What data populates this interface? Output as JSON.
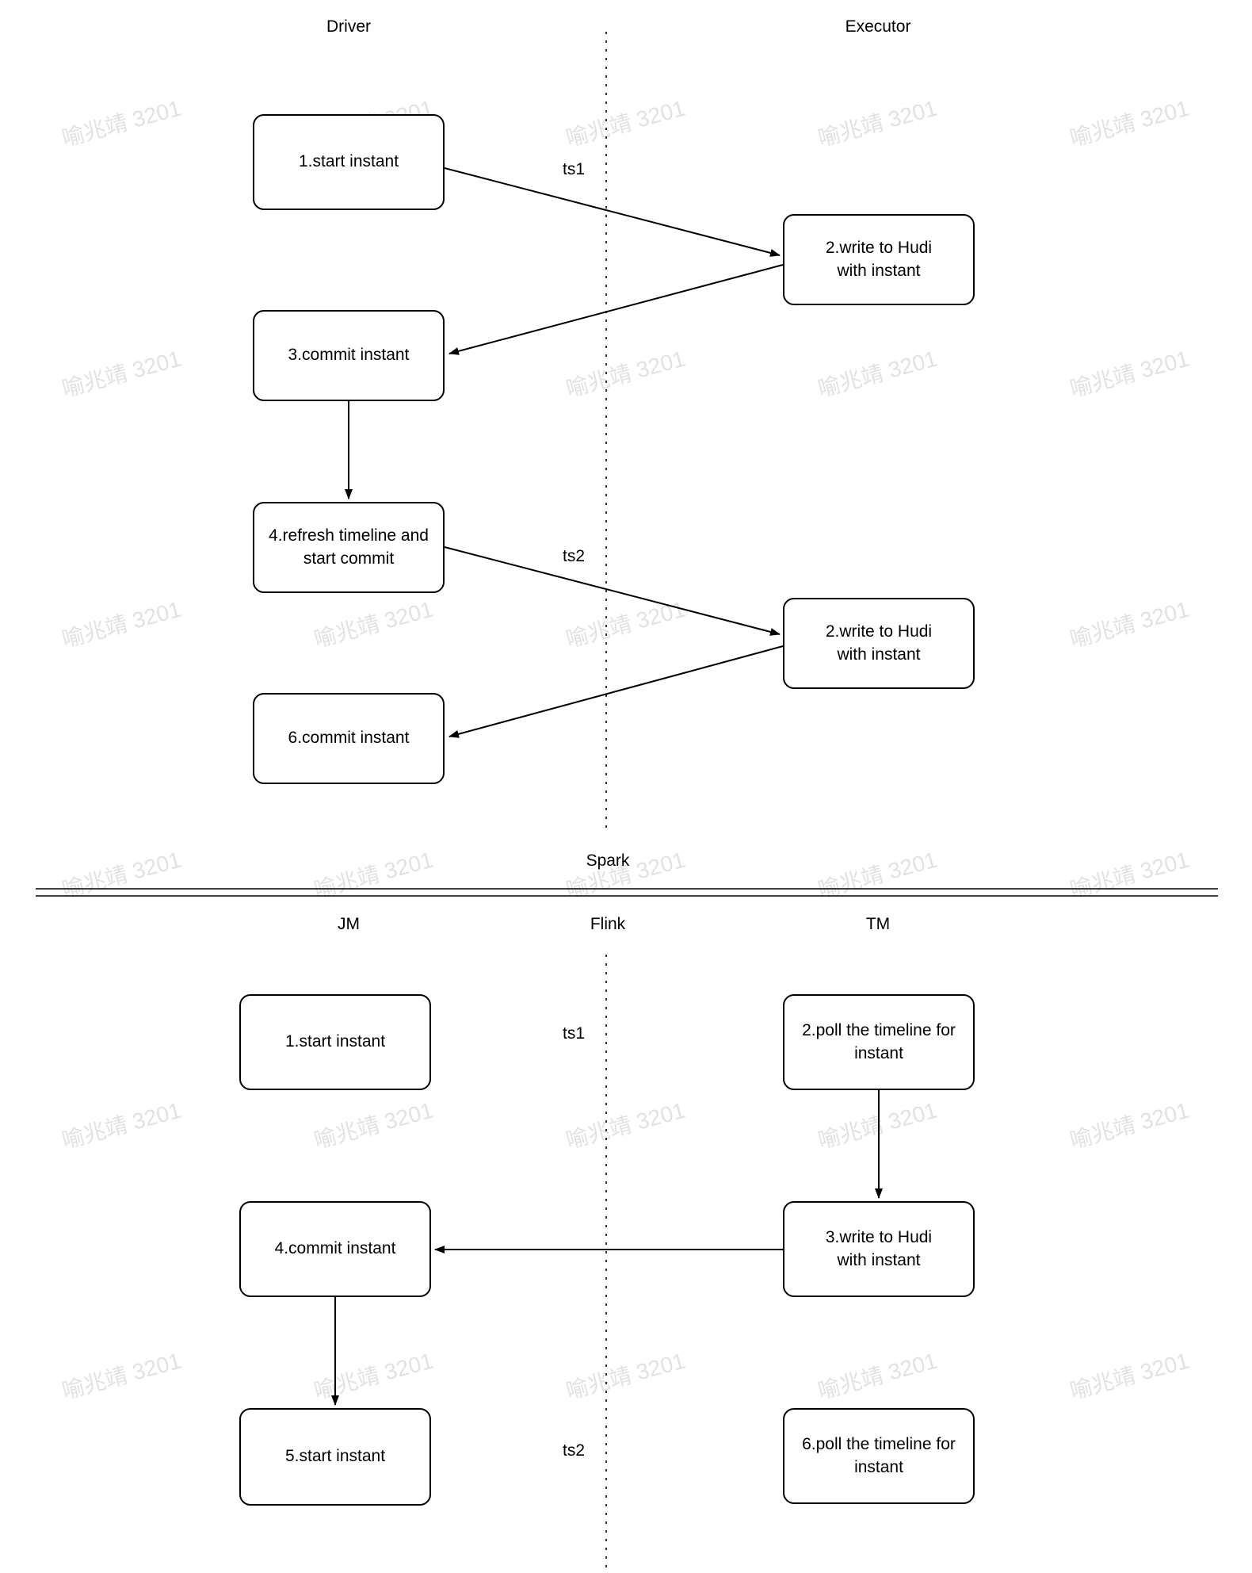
{
  "watermark": {
    "text": "喻兆靖 3201"
  },
  "spark": {
    "caption": "Spark",
    "lanes": {
      "left": "Driver",
      "right": "Executor"
    },
    "timestamps": {
      "ts1": "ts1",
      "ts2": "ts2"
    },
    "nodes": {
      "start_instant": "1.start instant",
      "write_to_hudi_1": "2.write to Hudi\nwith instant",
      "commit_instant_1": "3.commit instant",
      "refresh_timeline": "4.refresh timeline and\nstart commit",
      "write_to_hudi_2": "2.write to Hudi\nwith instant",
      "commit_instant_2": "6.commit instant"
    }
  },
  "flink": {
    "lanes": {
      "left": "JM",
      "center": "Flink",
      "right": "TM"
    },
    "timestamps": {
      "ts1": "ts1",
      "ts2": "ts2"
    },
    "nodes": {
      "start_instant_1": "1.start instant",
      "poll_timeline_2": "2.poll the timeline for\ninstant",
      "write_to_hudi_3": "3.write to Hudi\nwith instant",
      "commit_instant_4": "4.commit instant",
      "start_instant_5": "5.start instant",
      "poll_timeline_6": "6.poll the timeline for\ninstant"
    }
  }
}
